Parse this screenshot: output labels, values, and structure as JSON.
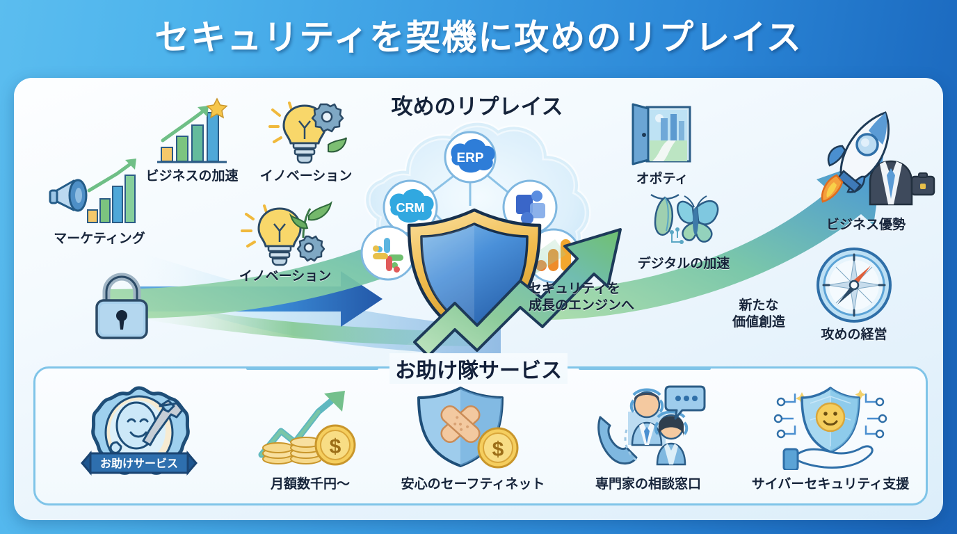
{
  "title": "セキュリティを契機に攻めのリプレイス",
  "center": {
    "heading": "攻めのリプレイス",
    "shield_caption_line1": "セキュリティを",
    "shield_caption_line2": "成長のエンジンへ",
    "cloud_nodes": [
      {
        "id": "crm",
        "label": "CRM"
      },
      {
        "id": "erp",
        "label": "ERP"
      },
      {
        "id": "teams",
        "label": ""
      },
      {
        "id": "analytics",
        "label": ""
      },
      {
        "id": "slack",
        "label": ""
      }
    ]
  },
  "left_items": [
    {
      "icon": "megaphone-chart-icon",
      "label": "マーケティング"
    },
    {
      "icon": "bar-chart-star-icon",
      "label": "ビジネスの加速"
    },
    {
      "icon": "bulb-gear-icon",
      "label": "イノベーション"
    },
    {
      "icon": "bulb-plant-gear-icon",
      "label": "イノベーション"
    },
    {
      "icon": "padlock-icon",
      "label": ""
    }
  ],
  "right_items": [
    {
      "icon": "open-door-icon",
      "label": "オポティ"
    },
    {
      "icon": "butterfly-icon",
      "label": "デジタルの加速"
    },
    {
      "icon": "rocket-businessman-icon",
      "label": "ビジネス優勢"
    },
    {
      "icon": "compass-icon",
      "label": "攻めの経営"
    }
  ],
  "arrow_caption": {
    "line1": "新たな",
    "line2": "価値創造"
  },
  "bottom": {
    "title": "お助け隊サービス",
    "badge_ribbon": "お助けサービス",
    "services": [
      {
        "icon": "helper-badge-icon",
        "label": ""
      },
      {
        "icon": "coins-growth-icon",
        "label": "月額数千円〜"
      },
      {
        "icon": "bandaged-shield-coin-icon",
        "label": "安心のセーフティネット"
      },
      {
        "icon": "support-agents-icon",
        "label": "専門家の相談窓口"
      },
      {
        "icon": "shield-in-hand-icon",
        "label": "サイバーセキュリティ支援"
      }
    ]
  },
  "colors": {
    "bg_left": "#5BBDEF",
    "bg_right": "#1A63B8",
    "panel_bg": "#f4fafe",
    "panel_border": "#7FC4E8",
    "text_dark": "#16243a",
    "accent_blue": "#2E7BC8",
    "accent_green": "#7CC47F",
    "accent_gold": "#F2C14E",
    "shield_blue": "#3D84D0"
  }
}
